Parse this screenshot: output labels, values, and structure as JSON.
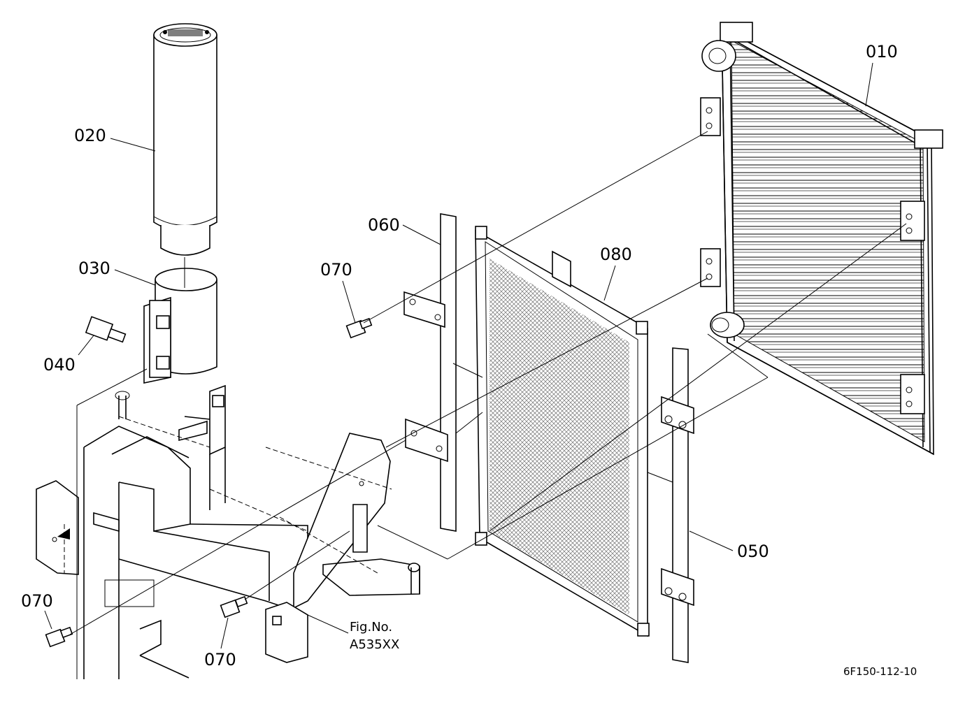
{
  "diagram": {
    "part_labels": [
      "010",
      "020",
      "030",
      "040",
      "050",
      "060",
      "070",
      "070",
      "070",
      "080"
    ],
    "figure_ref": {
      "line1": "Fig.No.",
      "line2": "A535XX"
    },
    "drawing_code": "6F150-112-10"
  }
}
